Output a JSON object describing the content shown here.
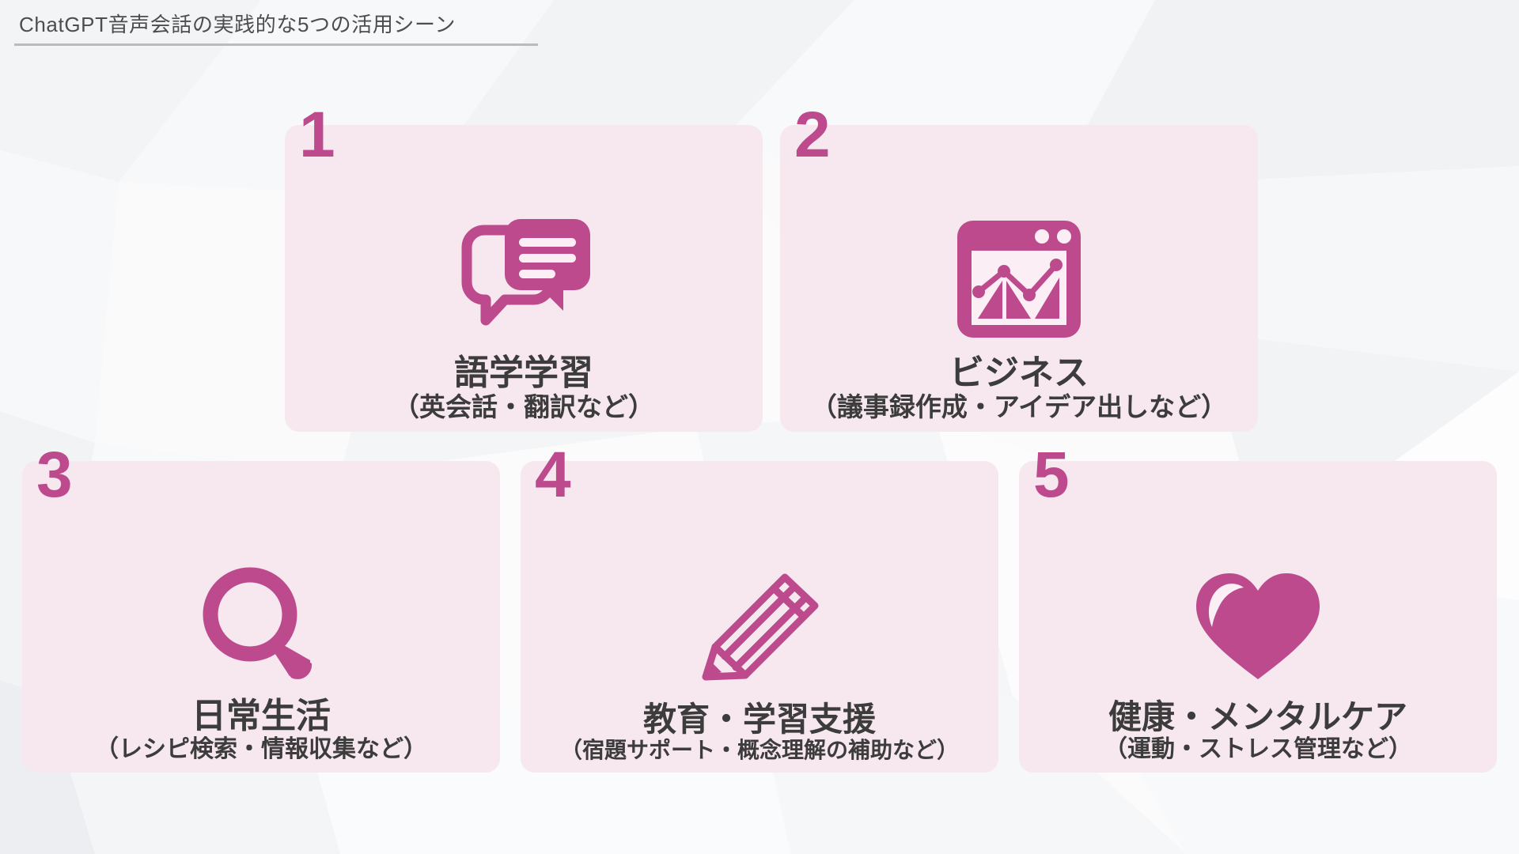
{
  "slide": {
    "title": "ChatGPT音声会話の実践的な5つの活用シーン",
    "accent_color": "#bc4a8d",
    "card_background": "#f7e7ef",
    "text_color": "#3c3c3c",
    "title_color": "#4d4d4f",
    "background_color": "#fafafb"
  },
  "cards": [
    {
      "number": "1",
      "icon": "chat-bubbles-icon",
      "label": "語学学習",
      "sublabel": "（英会話・翻訳など）"
    },
    {
      "number": "2",
      "icon": "chart-window-icon",
      "label": "ビジネス",
      "sublabel": "（議事録作成・アイデア出しなど）"
    },
    {
      "number": "3",
      "icon": "magnifier-icon",
      "label": "日常生活",
      "sublabel": "（レシピ検索・情報収集など）"
    },
    {
      "number": "4",
      "icon": "pencil-icon",
      "label": "教育・学習支援",
      "sublabel": "（宿題サポート・概念理解の補助など）"
    },
    {
      "number": "5",
      "icon": "heart-icon",
      "label": "健康・メンタルケア",
      "sublabel": "（運動・ストレス管理など）"
    }
  ]
}
